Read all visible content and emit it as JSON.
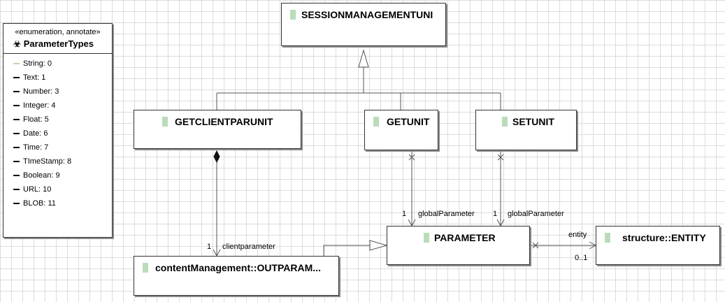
{
  "enumeration": {
    "stereotype": "«enumeration, annotate»",
    "name": "ParameterTypes",
    "icon": "enumeration-icon",
    "literals": [
      "String: 0",
      "Text: 1",
      "Number: 3",
      "Integer: 4",
      "Float: 5",
      "Date: 6",
      "Time: 7",
      "TImeStamp: 8",
      "Boolean: 9",
      "URL: 10",
      "BLOB: 11"
    ]
  },
  "classes": {
    "session": "SESSIONMANAGEMENTUNI",
    "getclient": "GETCLIENTPARUNIT",
    "getunit": "GETUNIT",
    "setunit": "SETUNIT",
    "parameter": "PARAMETER",
    "entity": "structure::ENTITY",
    "outparam": "contentManagement::OUTPARAM..."
  },
  "associations": {
    "get_mult": "1",
    "get_role": "globalParameter",
    "set_mult": "1",
    "set_role": "globalParameter",
    "client_mult": "1",
    "client_role": "clientparameter",
    "entity_role": "entity",
    "entity_mult": "0..1"
  },
  "colors": {
    "class_marker": "#b9dcb9",
    "grid": "#dcdcdc",
    "border": "#333333"
  }
}
